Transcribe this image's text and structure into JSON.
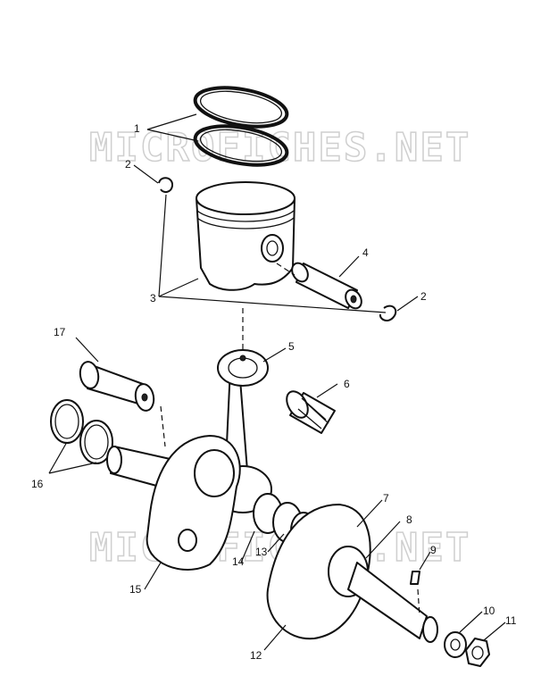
{
  "watermark": "MICROFICHES.NET",
  "callouts": [
    {
      "id": "1",
      "text": "1"
    },
    {
      "id": "2a",
      "text": "2"
    },
    {
      "id": "2b",
      "text": "2"
    },
    {
      "id": "3",
      "text": "3"
    },
    {
      "id": "4",
      "text": "4"
    },
    {
      "id": "5",
      "text": "5"
    },
    {
      "id": "6",
      "text": "6"
    },
    {
      "id": "7",
      "text": "7"
    },
    {
      "id": "8",
      "text": "8"
    },
    {
      "id": "9",
      "text": "9"
    },
    {
      "id": "10",
      "text": "10"
    },
    {
      "id": "11",
      "text": "11"
    },
    {
      "id": "12",
      "text": "12"
    },
    {
      "id": "13",
      "text": "13"
    },
    {
      "id": "14",
      "text": "14"
    },
    {
      "id": "15",
      "text": "15"
    },
    {
      "id": "16",
      "text": "16"
    },
    {
      "id": "17",
      "text": "17"
    }
  ]
}
